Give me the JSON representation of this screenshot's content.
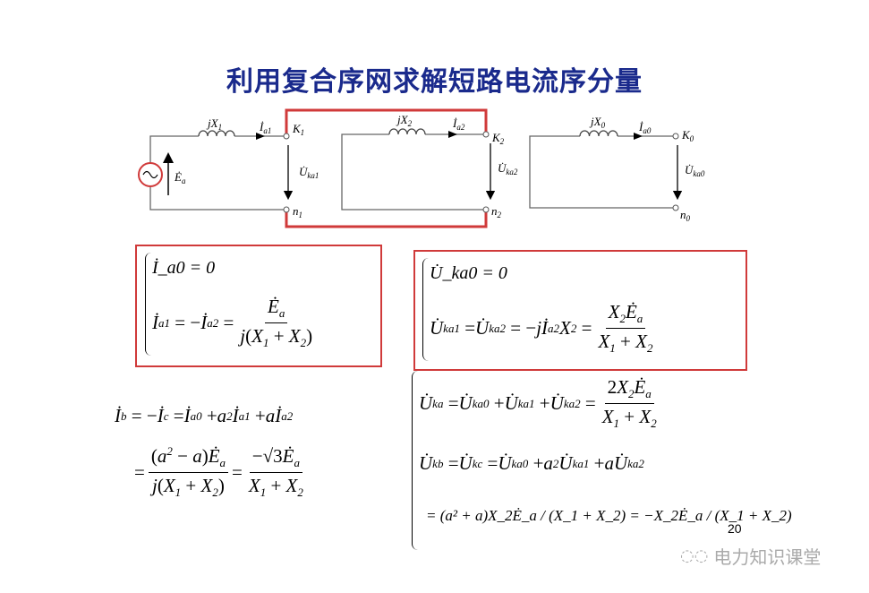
{
  "title": "利用复合序网求解短路电流序分量",
  "circuit": {
    "labels": {
      "x1": "jX",
      "x1s": "1",
      "x2": "jX",
      "x2s": "2",
      "x0": "jX",
      "x0s": "0",
      "ia1": "İ",
      "ia1s": "a1",
      "ia2": "İ",
      "ia2s": "a2",
      "ia0": "İ",
      "ia0s": "a0",
      "k1": "K",
      "k1s": "1",
      "k2": "K",
      "k2s": "2",
      "k0": "K",
      "k0s": "0",
      "n1": "n",
      "n1s": "1",
      "n2": "n",
      "n2s": "2",
      "n0": "n",
      "n0s": "0",
      "uka1": "U̇",
      "uka1s": "ka1",
      "uka2": "U̇",
      "uka2s": "ka2",
      "uka0": "U̇",
      "uka0s": "ka0",
      "ea": "Ė",
      "eas": "a"
    },
    "colors": {
      "highlight": "#d03a3a",
      "wire": "#666666"
    }
  },
  "equations": {
    "box1_line1": "İ_a0 = 0",
    "box1_line2": "İ_a1 = −İ_a2 = Ė_a / j(X_1 + X_2)",
    "box2_line1": "U̇_ka0 = 0",
    "box2_line2": "U̇_ka1 = U̇_ka2 = −jİ_a2X_2 = X_2Ė_a / (X_1 + X_2)",
    "left_line1": "İ_b = −İ_c = İ_a0 + a²İ_a1 + aİ_a2",
    "left_line2": "= (a² − a)Ė_a / j(X_1 + X_2) = −√3Ė_a / (X_1 + X_2)",
    "right_line1": "U̇_ka = U̇_ka0 + U̇_ka1 + U̇_ka2 = 2X_2Ė_a / (X_1 + X_2)",
    "right_line2": "U̇_kb = U̇_kc = U̇_ka0 + a²U̇_ka1 + aU̇_ka2",
    "right_line3": "= (a² + a)X_2Ė_a / (X_1 + X_2) = −X_2Ė_a / (X_1 + X_2)"
  },
  "page_number": "20",
  "watermark": "电力知识课堂",
  "colors": {
    "title": "#1a2a8c",
    "box_border": "#d03a3a"
  }
}
